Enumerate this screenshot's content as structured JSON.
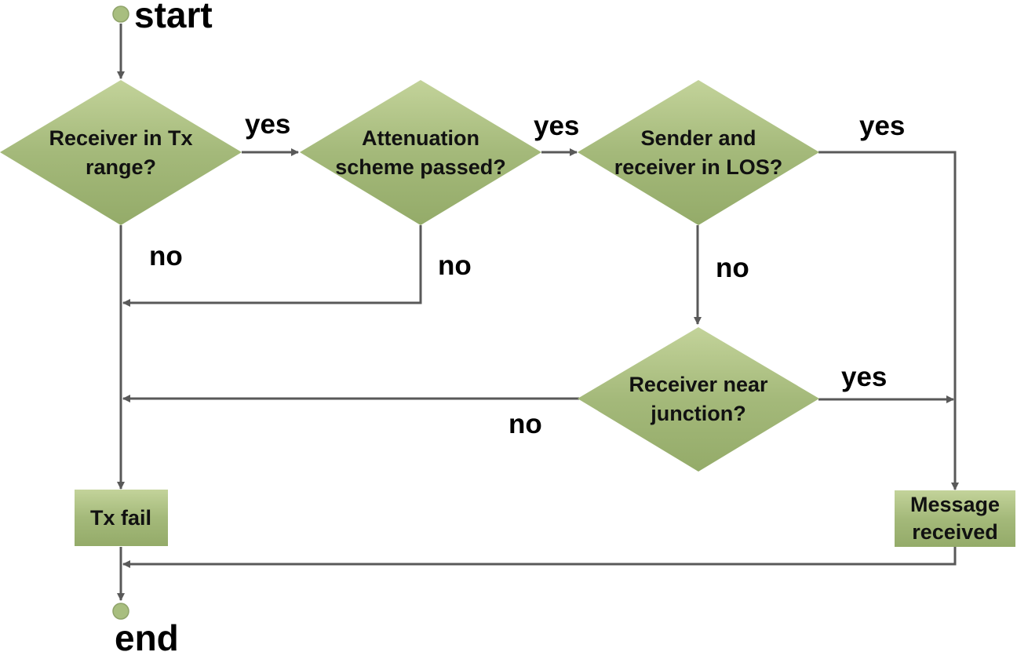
{
  "colors": {
    "node_fill": "#a4b97a",
    "node_fill_light": "#c3d39a",
    "node_fill_dark": "#94ab69",
    "terminal_fill": "#a8be7f",
    "terminal_stroke": "#8fa36a",
    "connector": "#595959",
    "text": "#111111"
  },
  "terminals": {
    "start_label": "start",
    "end_label": "end"
  },
  "decisions": {
    "rx_range": {
      "line1": "Receiver in Tx",
      "line2": "range?"
    },
    "attenuation": {
      "line1": "Attenuation",
      "line2": "scheme passed?"
    },
    "los": {
      "line1": "Sender and",
      "line2": "receiver in LOS?"
    },
    "junction": {
      "line1": "Receiver near",
      "line2": "junction?"
    }
  },
  "processes": {
    "tx_fail": "Tx fail",
    "msg_received": {
      "line1": "Message",
      "line2": "received"
    }
  },
  "edge_labels": {
    "rx_range_yes": "yes",
    "attenuation_yes": "yes",
    "los_yes": "yes",
    "junction_yes": "yes",
    "rx_range_no": "no",
    "attenuation_no": "no",
    "los_no": "no",
    "junction_no": "no"
  }
}
